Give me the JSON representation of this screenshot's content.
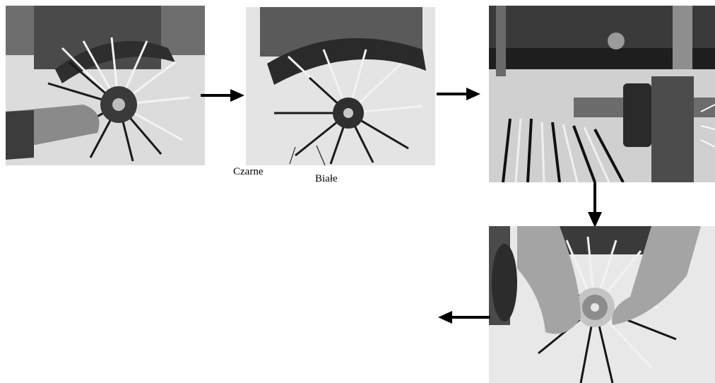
{
  "labels": {
    "black": "Czarne",
    "white": "Białe"
  },
  "images": {
    "step1": "photo-hand-holding-brush",
    "step2": "photo-brush-bristles-black-white",
    "step3": "photo-brush-mounted-under-frame",
    "step4": "photo-hands-mounting-brush-hub"
  },
  "arrows": {
    "step1_to_2": "right-arrow-icon",
    "step2_to_3": "right-arrow-icon",
    "step3_to_4": "down-arrow-icon",
    "step4_to_next": "left-arrow-icon"
  }
}
